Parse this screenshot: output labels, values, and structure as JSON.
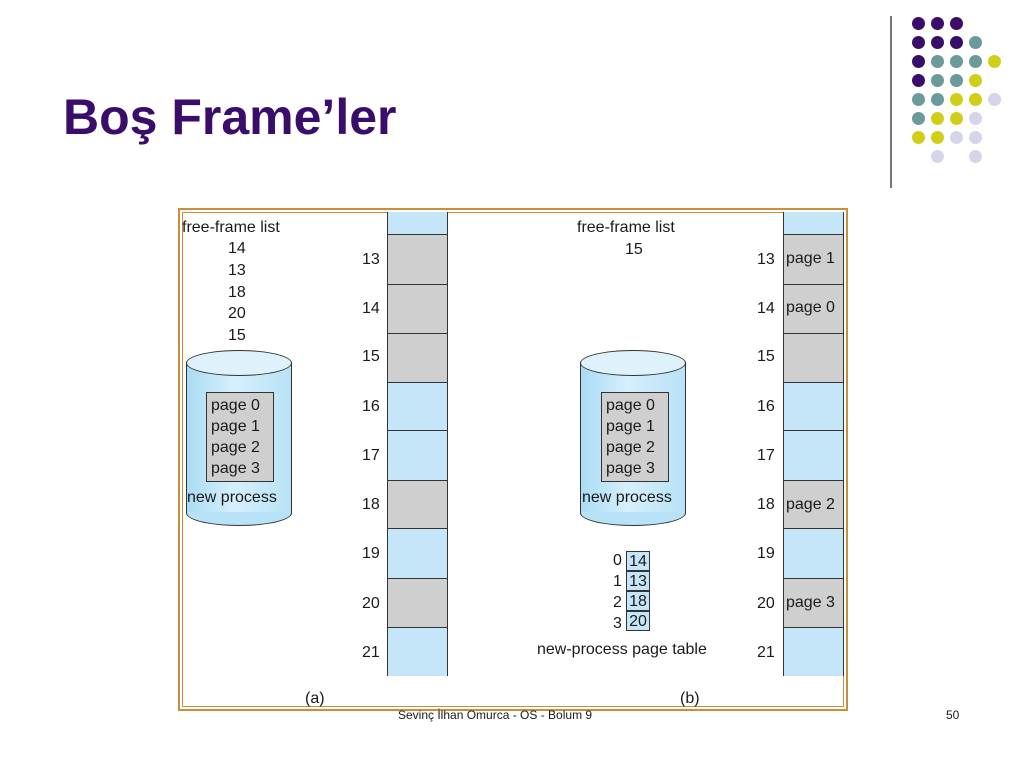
{
  "slide": {
    "title": "Boş Frame’ler",
    "footer_text": "Sevinç İlhan Omurca - OS - Bolum 9",
    "page_number": "50"
  },
  "colors": {
    "title": "#3a0d6a",
    "free_frame": "#c4e6f8",
    "used_frame": "#cfcfcf",
    "figure_border": "#c98f3a",
    "dot_purple": "#3a0d6a",
    "dot_teal": "#6b9a9a",
    "dot_yellow": "#cfcf1a",
    "dot_lavender": "#d5d5ea"
  },
  "panel_a": {
    "free_list_label": "free-frame list",
    "free_list": [
      "14",
      "13",
      "18",
      "20",
      "15"
    ],
    "disk_pages": [
      "page 0",
      "page 1",
      "page 2",
      "page 3"
    ],
    "disk_label": "new process",
    "frame_numbers": [
      "13",
      "14",
      "15",
      "16",
      "17",
      "18",
      "19",
      "20",
      "21"
    ],
    "caption": "(a)"
  },
  "panel_b": {
    "free_list_label": "free-frame list",
    "free_list": [
      "15"
    ],
    "disk_pages": [
      "page 0",
      "page 1",
      "page 2",
      "page 3"
    ],
    "disk_label": "new process",
    "frame_numbers": [
      "13",
      "14",
      "15",
      "16",
      "17",
      "18",
      "19",
      "20",
      "21"
    ],
    "frame_contents": [
      "page 1",
      "page 0",
      "",
      "",
      "",
      "page 2",
      "",
      "page 3",
      ""
    ],
    "page_table": {
      "indices": [
        "0",
        "1",
        "2",
        "3"
      ],
      "frames": [
        "14",
        "13",
        "18",
        "20"
      ],
      "label": "new-process page table"
    },
    "caption": "(b)"
  }
}
